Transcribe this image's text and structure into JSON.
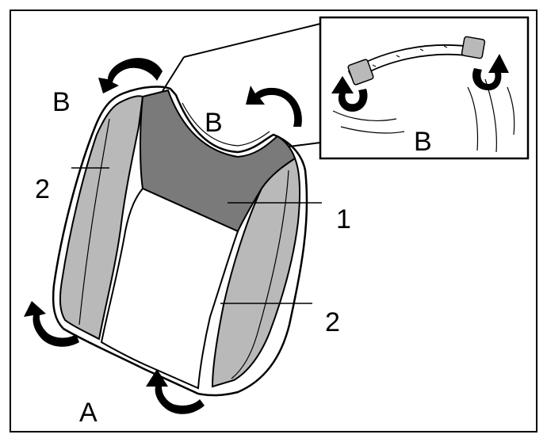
{
  "diagram": {
    "labels": {
      "b_top_left": "B",
      "b_top_center": "B",
      "b_inset": "B",
      "a_bottom": "A",
      "callout_1": "1",
      "callout_2_left": "2",
      "callout_2_right": "2"
    },
    "colors": {
      "dark_panel": "#7a7a7a",
      "light_panel": "#b9b9b9",
      "line": "#000000",
      "background": "#ffffff"
    }
  }
}
